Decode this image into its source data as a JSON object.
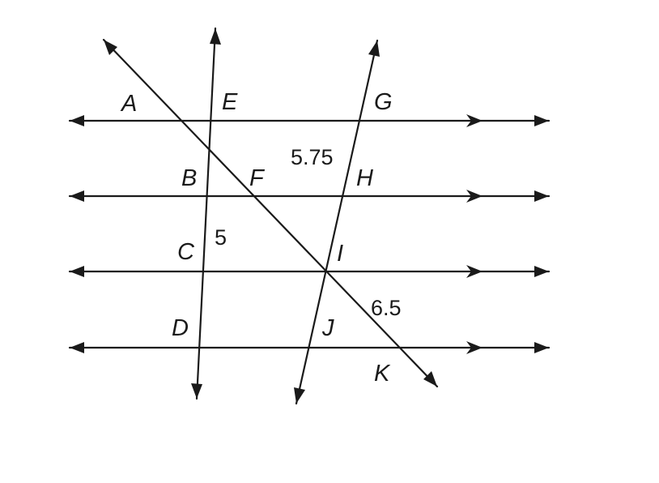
{
  "points": {
    "A": "A",
    "B": "B",
    "C": "C",
    "D": "D",
    "E": "E",
    "F": "F",
    "G": "G",
    "H": "H",
    "I": "I",
    "J": "J",
    "K": "K"
  },
  "measurements": {
    "GH": "5.75",
    "BC": "5",
    "IK": "6.5"
  },
  "lines": {
    "parallel_horizontal": [
      "AG",
      "BH",
      "CI",
      "DJ"
    ],
    "transversals": [
      "ED",
      "GJ",
      "AK"
    ]
  },
  "colors": {
    "stroke": "#1a1a1a",
    "background": "#ffffff"
  }
}
